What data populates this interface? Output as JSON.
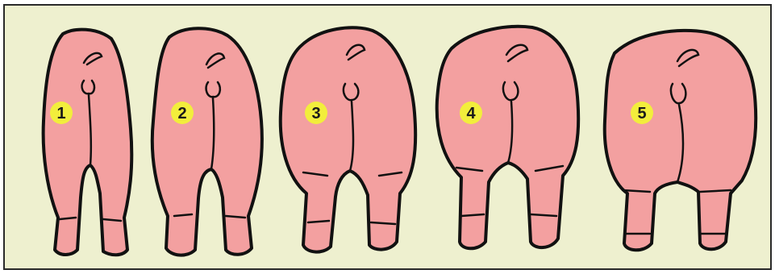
{
  "colors": {
    "panel_background": "#eef0cf",
    "panel_border": "#2a2a2a",
    "body_fill": "#f3a0a0",
    "outline": "#111111",
    "badge_fill": "#f2ee3c",
    "badge_text": "#1a1a1a"
  },
  "figures": [
    {
      "label": "1"
    },
    {
      "label": "2"
    },
    {
      "label": "3"
    },
    {
      "label": "4"
    },
    {
      "label": "5"
    }
  ]
}
